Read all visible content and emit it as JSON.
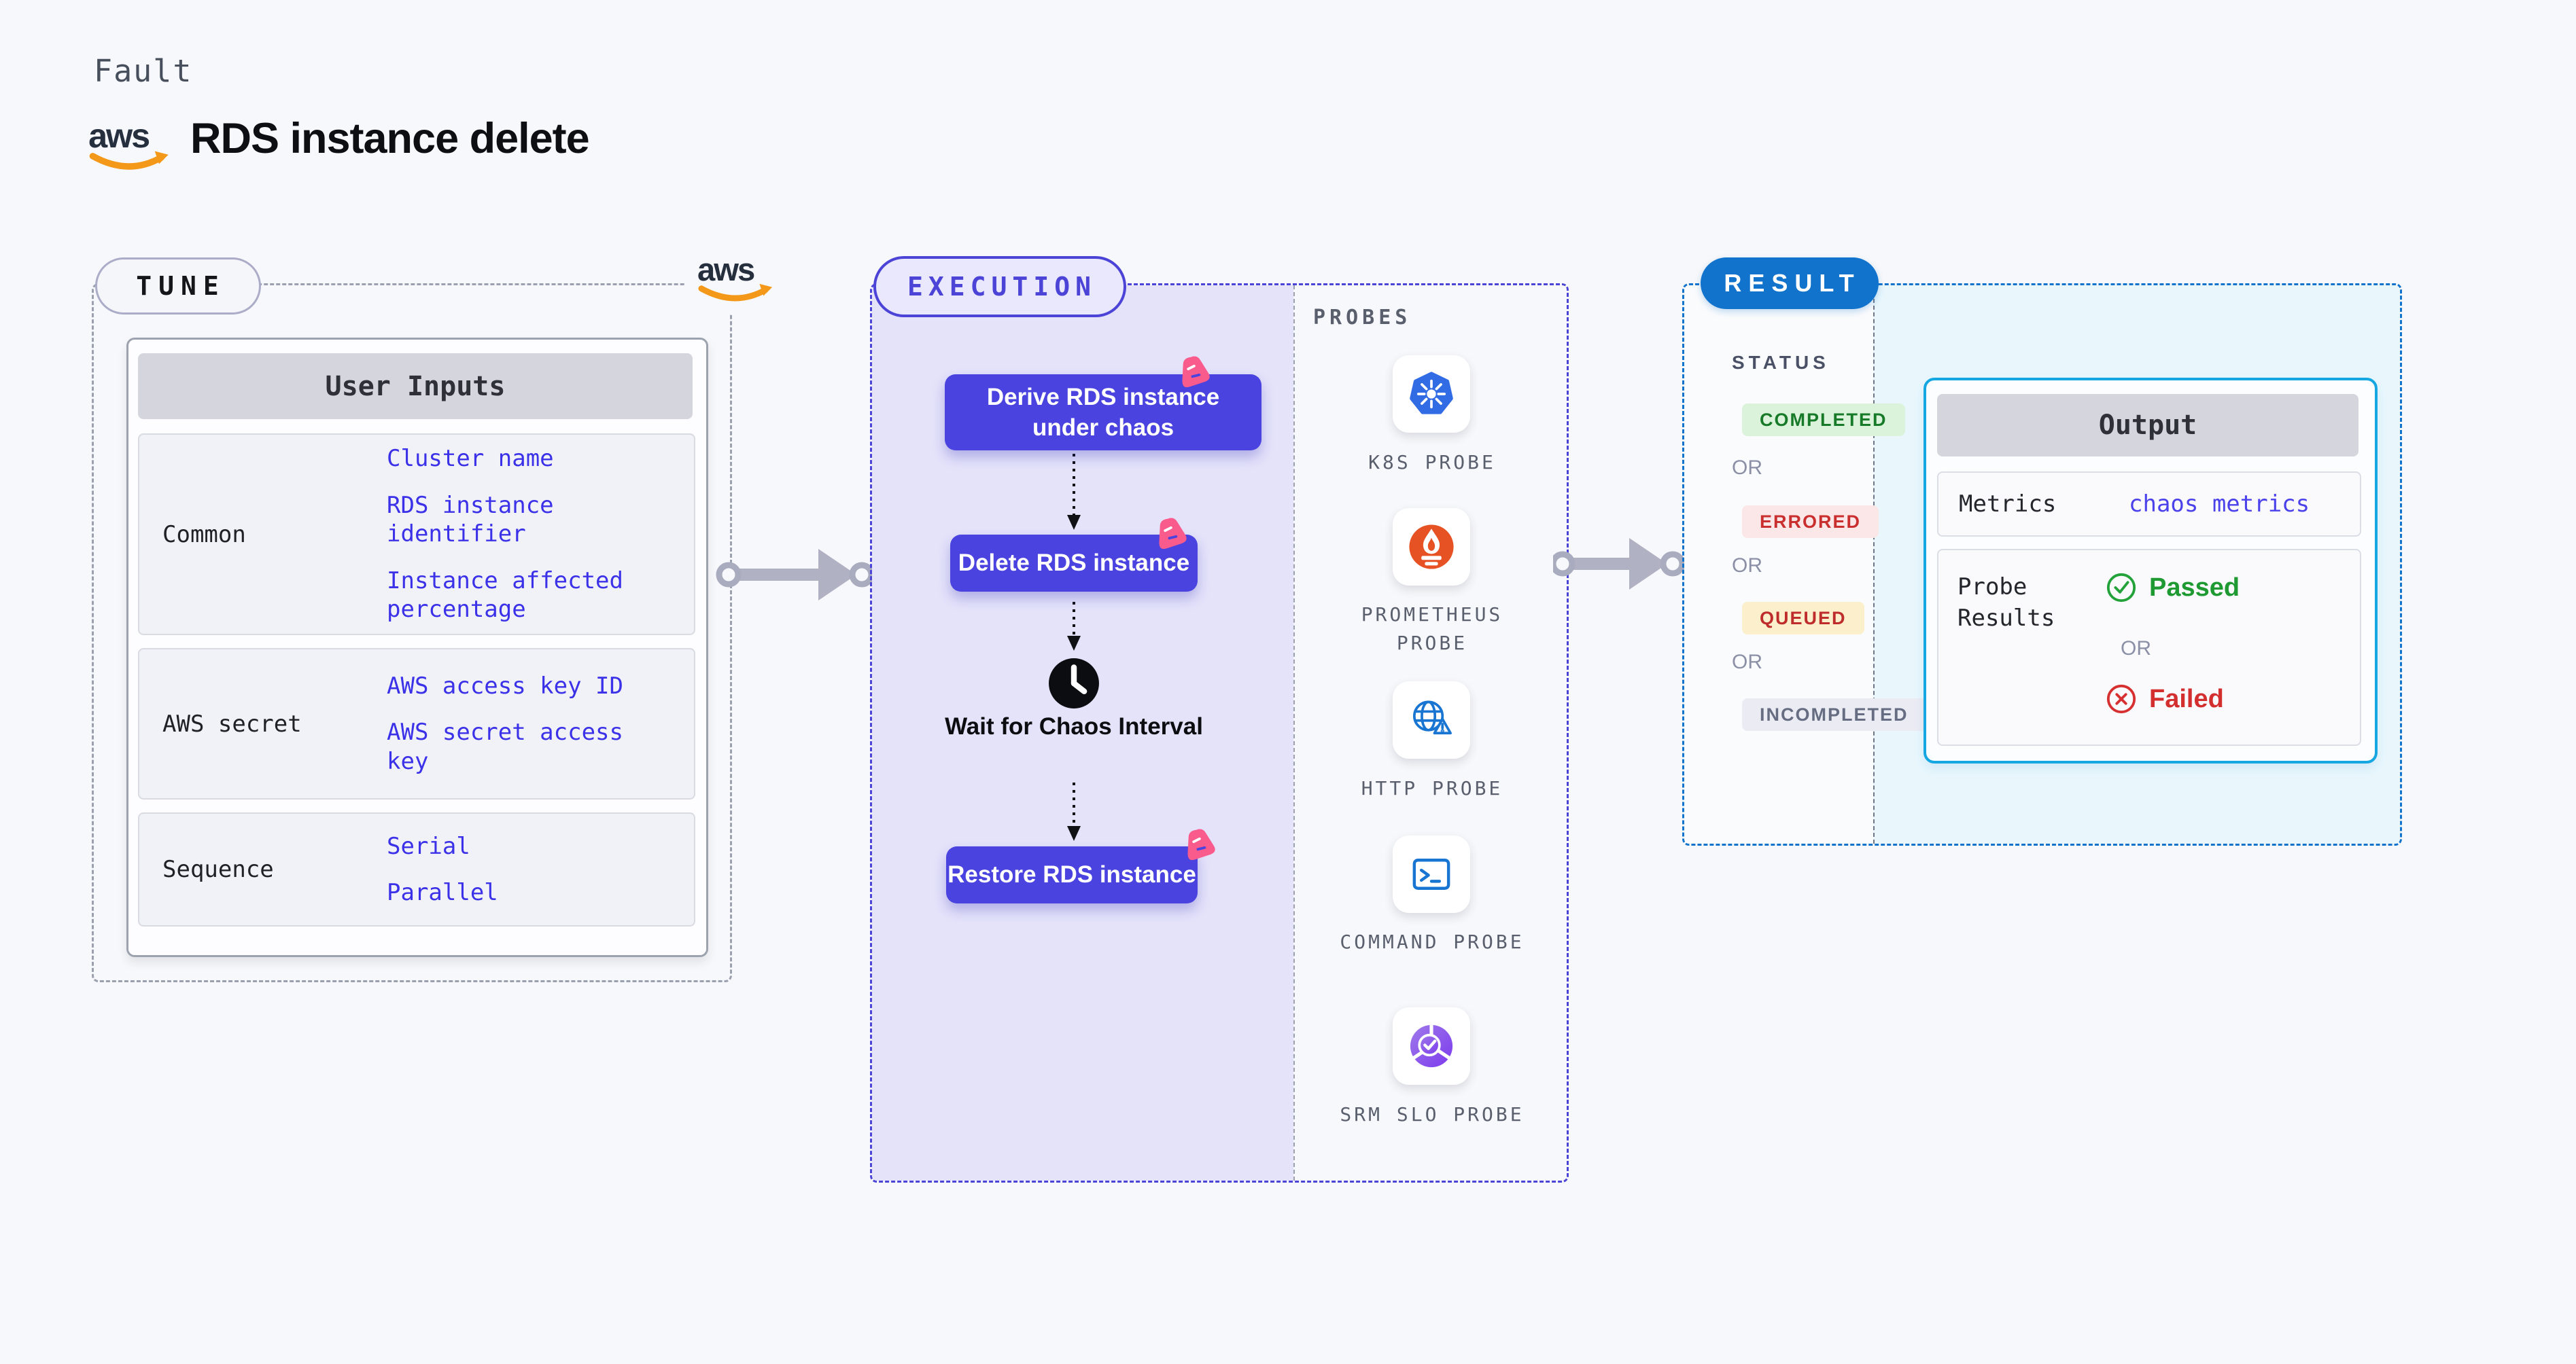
{
  "header": {
    "kicker": "Fault",
    "title": "RDS instance delete",
    "aws_wordmark": "aws"
  },
  "tune": {
    "pill": "TUNE",
    "table": {
      "header": "User Inputs",
      "rows": [
        {
          "label": "Common",
          "values": [
            "Cluster name",
            "RDS instance identifier",
            "Instance affected percentage"
          ]
        },
        {
          "label": "AWS secret",
          "values": [
            "AWS access key ID",
            "AWS secret access key"
          ]
        },
        {
          "label": "Sequence",
          "values": [
            "Serial",
            "Parallel"
          ]
        }
      ]
    }
  },
  "execution": {
    "pill": "EXECUTION",
    "steps": [
      "Derive RDS instance under chaos",
      "Delete RDS instance"
    ],
    "wait_label": "Wait for Chaos Interval",
    "final_step": "Restore RDS instance"
  },
  "probes": {
    "heading": "PROBES",
    "items": [
      {
        "label": "K8S PROBE",
        "icon": "kubernetes-icon"
      },
      {
        "label": "PROMETHEUS PROBE",
        "icon": "prometheus-icon"
      },
      {
        "label": "HTTP PROBE",
        "icon": "globe-alert-icon"
      },
      {
        "label": "COMMAND PROBE",
        "icon": "terminal-icon"
      },
      {
        "label": "SRM SLO PROBE",
        "icon": "slo-donut-check-icon"
      }
    ]
  },
  "result": {
    "pill": "RESULT",
    "status_heading": "STATUS",
    "or_label": "OR",
    "statuses": [
      {
        "label": "COMPLETED",
        "bg": "#dcf3db",
        "color": "#177a28"
      },
      {
        "label": "ERRORED",
        "bg": "#fbe7e7",
        "color": "#c92f2e"
      },
      {
        "label": "QUEUED",
        "bg": "#fbf0cb",
        "color": "#bf2c2c"
      },
      {
        "label": "INCOMPLETED",
        "bg": "#ebecf3",
        "color": "#666c82"
      }
    ],
    "output": {
      "header": "Output",
      "metrics_label": "Metrics",
      "metrics_value": "chaos metrics",
      "probe_results_label": "Probe Results",
      "passed_label": "Passed",
      "failed_label": "Failed"
    }
  },
  "colors": {
    "page_bg": "#f7f8fb",
    "accent_indigo": "#4c43d7",
    "node_fill": "#4a43df",
    "execution_fill": "#e4e3fa",
    "result_fill": "#e9f7fd",
    "pill_blue": "#1173cb",
    "value_text": "#3b31e8",
    "cyan_border": "#14a7e2",
    "aws_orange": "#f49819",
    "aws_navy": "#252f3e",
    "pink_badge": "#fa5b8d",
    "kubernetes_blue": "#326ce5",
    "prometheus_orange": "#e75225"
  }
}
